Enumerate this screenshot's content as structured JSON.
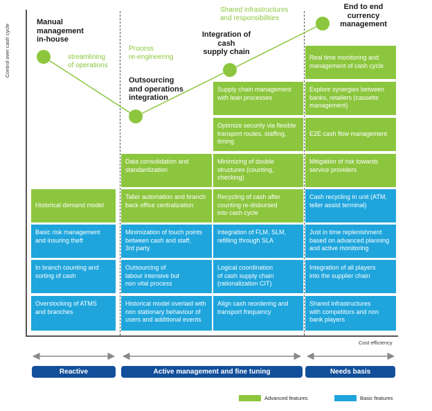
{
  "axes": {
    "y_label": "Control over cash cycle",
    "x_label": "Cost efficiency"
  },
  "stages": {
    "manual": "Manual\nmanagement\nin-house",
    "streamlining": "streamlining\nof operations",
    "process": "Process\nre-engineering",
    "outsourcing": "Outsourcing\nand operations\nintegration",
    "integration": "Integration of\ncash\nsupply chain",
    "shared": "Shared infrastructures\nand responsibilities",
    "e2e": "End to end\ncurrency\nmanagement"
  },
  "columns": {
    "col1": {
      "cells": [
        {
          "text": "Historical demand model",
          "type": "advanced"
        },
        {
          "text": "Basic risk management\nand insuring theft",
          "type": "basic"
        },
        {
          "text": "In branch counting and\nsorting of cash",
          "type": "basic"
        },
        {
          "text": "Overstocking of ATMS\nand branches",
          "type": "basic"
        }
      ]
    },
    "col2": {
      "cells": [
        {
          "text": "Data consolidation and\nstandardization",
          "type": "advanced"
        },
        {
          "text": "Taller automation and branch\nback office centralization",
          "type": "advanced"
        },
        {
          "text": "Minimization of touch points\nbetween cash and staff,\n3rd party",
          "type": "basic"
        },
        {
          "text": "Outsourcing of\nlabour intensive but\nnon vital process",
          "type": "basic"
        },
        {
          "text": "Historical model overlaid with\nnon stationary behaviour of\nusers and additional events",
          "type": "basic"
        }
      ]
    },
    "col3": {
      "cells": [
        {
          "text": "Supply chain management\nwith lean processes",
          "type": "advanced"
        },
        {
          "text": "Optimize security via flexible\ntransport routes, staffing,\ntiming",
          "type": "advanced"
        },
        {
          "text": "Minimizing of double\nstructures (counting,\nchecking)",
          "type": "advanced"
        },
        {
          "text": "Recycling of cash after\ncounting re-disbursed\ninto cash cycle",
          "type": "advanced"
        },
        {
          "text": "Integration of FLM, SLM,\nrefilling through SLA",
          "type": "basic"
        },
        {
          "text": "Logical coordination\nof cash supply chain\n(rationalization CIT)",
          "type": "basic"
        },
        {
          "text": "Align cash reordering and\ntransport frequency",
          "type": "basic"
        }
      ]
    },
    "col4": {
      "cells": [
        {
          "text": "Real time monitoring and\nmanagement of cash cycle",
          "type": "advanced"
        },
        {
          "text": "Explore synergies between\nbanks, retailers (cassette\nmanagement)",
          "type": "advanced"
        },
        {
          "text": "E2E cash flow management",
          "type": "advanced"
        },
        {
          "text": "Mitigation of risk towards\nservice providers",
          "type": "advanced"
        },
        {
          "text": "Cash recycling in unit (ATM,\nteller assist terminal)",
          "type": "basic"
        },
        {
          "text": "Just in time replenishment\nbased on advanced planning\nand active monitoring",
          "type": "basic"
        },
        {
          "text": "Integration of all players\ninto the supplier chain",
          "type": "basic"
        },
        {
          "text": "Shared infrastructures\nwith competitors and non\nbank players",
          "type": "basic"
        }
      ]
    }
  },
  "phases": {
    "reactive": "Reactive",
    "active": "Active management and fine tuning",
    "needs": "Needs basis"
  },
  "legend": {
    "advanced": "Advanced features",
    "basic": "Basic features"
  },
  "colors": {
    "advanced": "#8cc63e",
    "basic": "#1fa5dc",
    "phase": "#124f9b"
  }
}
